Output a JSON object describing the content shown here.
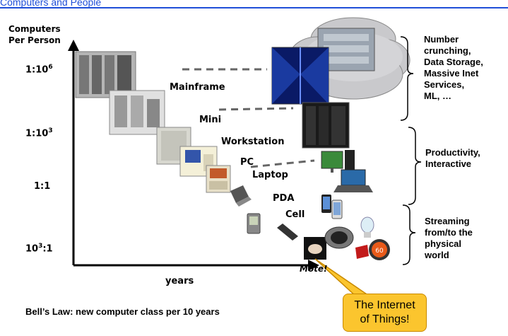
{
  "header": {
    "title": "Computers and People"
  },
  "axes": {
    "y_title_line1": "Computers",
    "y_title_line2": "Per Person",
    "x_title": "years"
  },
  "ticks": [
    {
      "base": "1:10",
      "sup": "6"
    },
    {
      "base": "1:10",
      "sup": "3"
    },
    {
      "base": "1:1",
      "sup": ""
    },
    {
      "base": "10",
      "sup": "3",
      "tail": ":1"
    }
  ],
  "classes": {
    "mainframe": "Mainframe",
    "mini": "Mini",
    "workstation": "Workstation",
    "pc": "PC",
    "laptop": "Laptop",
    "pda": "PDA",
    "cell": "Cell",
    "mote": "Mote!"
  },
  "groups": {
    "g1": [
      "Number",
      "crunching,",
      "Data Storage,",
      "Massive Inet",
      "Services,",
      "ML, …"
    ],
    "g2": [
      "Productivity,",
      "Interactive"
    ],
    "g3": [
      "Streaming",
      "from/to the",
      "physical",
      "world"
    ]
  },
  "footer": "Bell’s Law: new computer class per 10 years",
  "callout": {
    "line1": "The Internet",
    "line2": "of Things!"
  },
  "colors": {
    "title": "#1f4fd8",
    "callout_fill": "#fbc52e",
    "callout_border": "#c98a00"
  }
}
